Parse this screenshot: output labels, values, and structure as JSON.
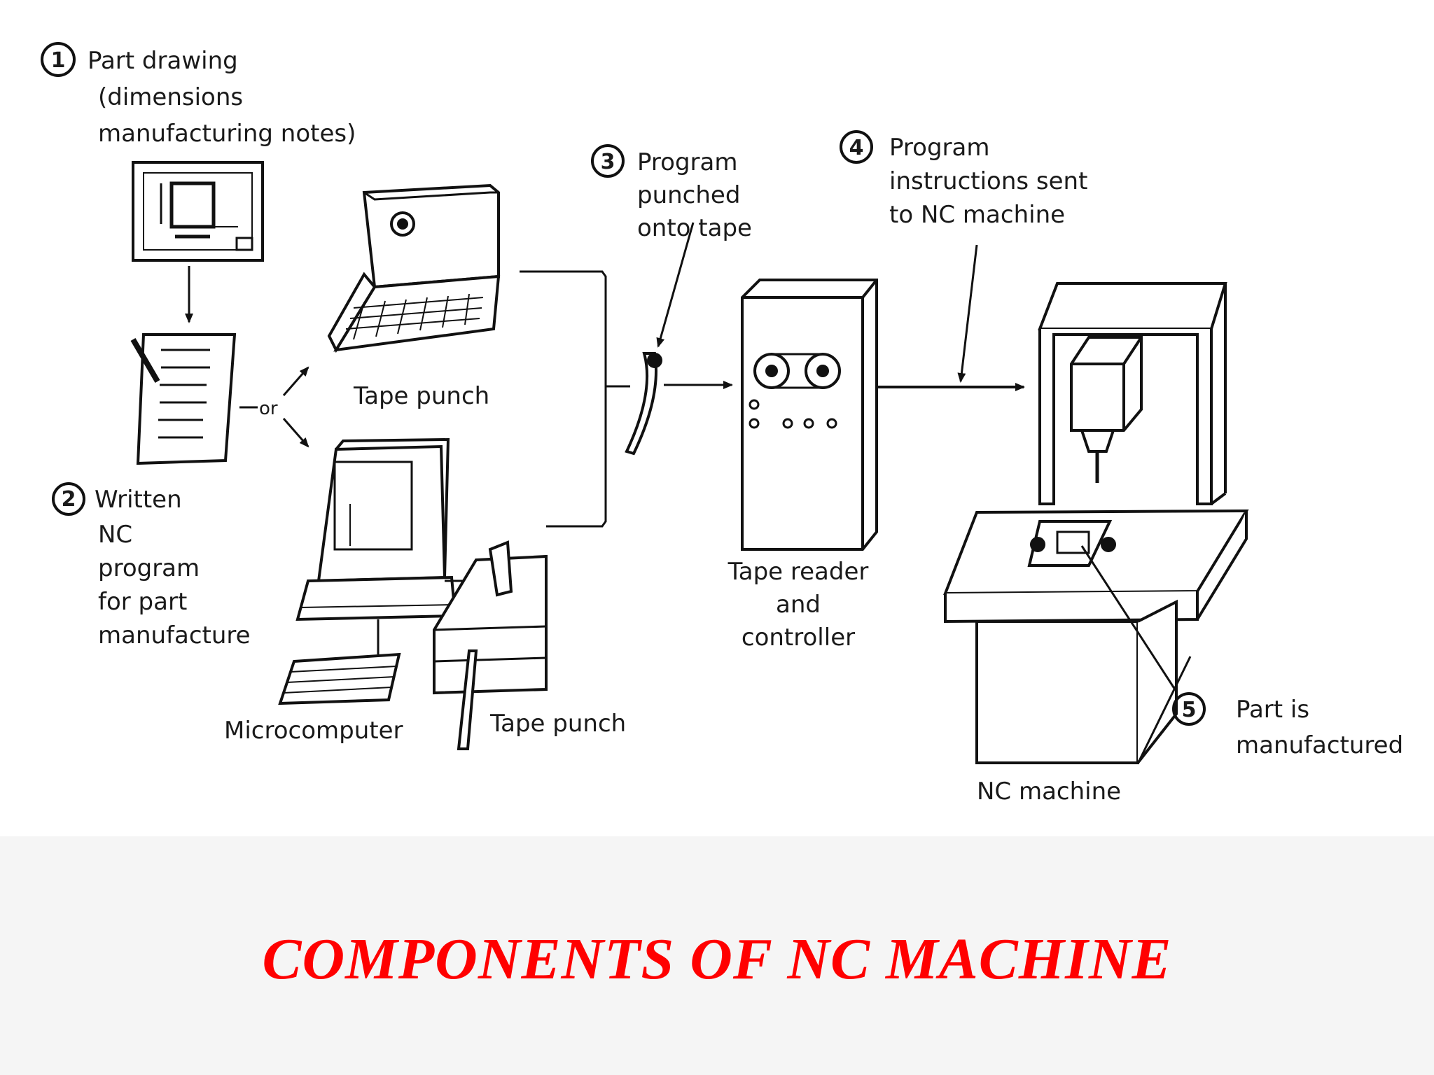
{
  "steps": [
    {
      "number": "1",
      "lines": [
        "Part drawing",
        "(dimensions",
        "manufacturing notes)"
      ]
    },
    {
      "number": "2",
      "lines": [
        "Written",
        "NC",
        "program",
        "for part",
        "manufacture"
      ]
    },
    {
      "number": "3",
      "lines": [
        "Program",
        "punched",
        "onto tape"
      ]
    },
    {
      "number": "4",
      "lines": [
        "Program",
        "instructions sent",
        "to NC machine"
      ]
    },
    {
      "number": "5",
      "lines": [
        "Part is",
        "manufactured"
      ]
    }
  ],
  "labels": {
    "or": "or",
    "tape_punch_top": "Tape punch",
    "tape_punch_bottom": "Tape punch",
    "microcomputer": "Microcomputer",
    "tape_reader": [
      "Tape reader",
      "and",
      "controller"
    ],
    "nc_machine": "NC machine"
  },
  "footer": {
    "title": "COMPONENTS OF NC MACHINE",
    "title_color": "#ff0000"
  }
}
